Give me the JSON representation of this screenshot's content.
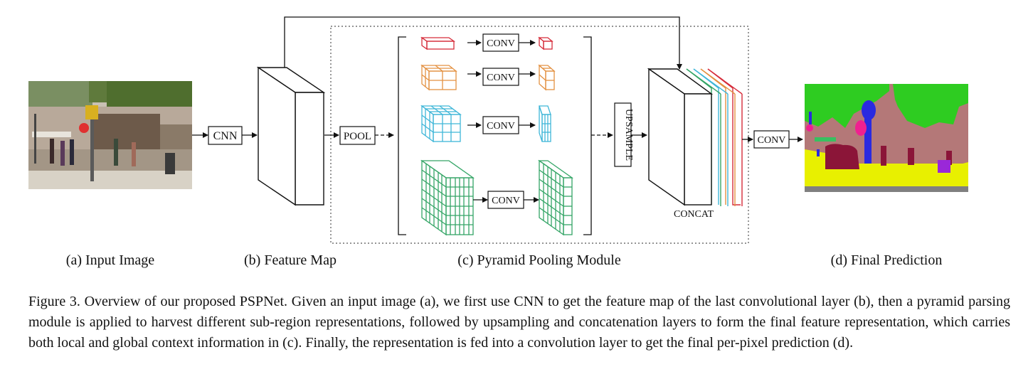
{
  "labels": {
    "cnn": "CNN",
    "pool": "POOL",
    "conv": "CONV",
    "upsample": "UPSAMPLE",
    "concat": "CONCAT",
    "final_conv": "CONV"
  },
  "subcaptions": {
    "a": "(a) Input Image",
    "b": "(b) Feature Map",
    "c": "(c) Pyramid Pooling Module",
    "d": "(d) Final Prediction"
  },
  "caption": "Figure 3. Overview of our proposed PSPNet. Given an input image (a), we first use CNN to get the feature map of the last convolutional layer (b), then a pyramid parsing module is applied to harvest different sub-region representations, followed by upsampling and concatenation layers to form the final feature representation, which carries both local and global context information in (c). Finally, the representation is fed into a convolution layer to get the final per-pixel prediction (d).",
  "colors": {
    "level1": "#d62c3a",
    "level2": "#e39142",
    "level3": "#3fb6d8",
    "level4": "#34a566"
  },
  "segmentation_colors": {
    "vegetation": "#2ecc21",
    "building": "#b47878",
    "road": "#e8f000",
    "person": "#8b1538",
    "pole": "#2a2ae0",
    "sign": "#f02090",
    "bike": "#9a28d8",
    "ground": "#808080"
  }
}
